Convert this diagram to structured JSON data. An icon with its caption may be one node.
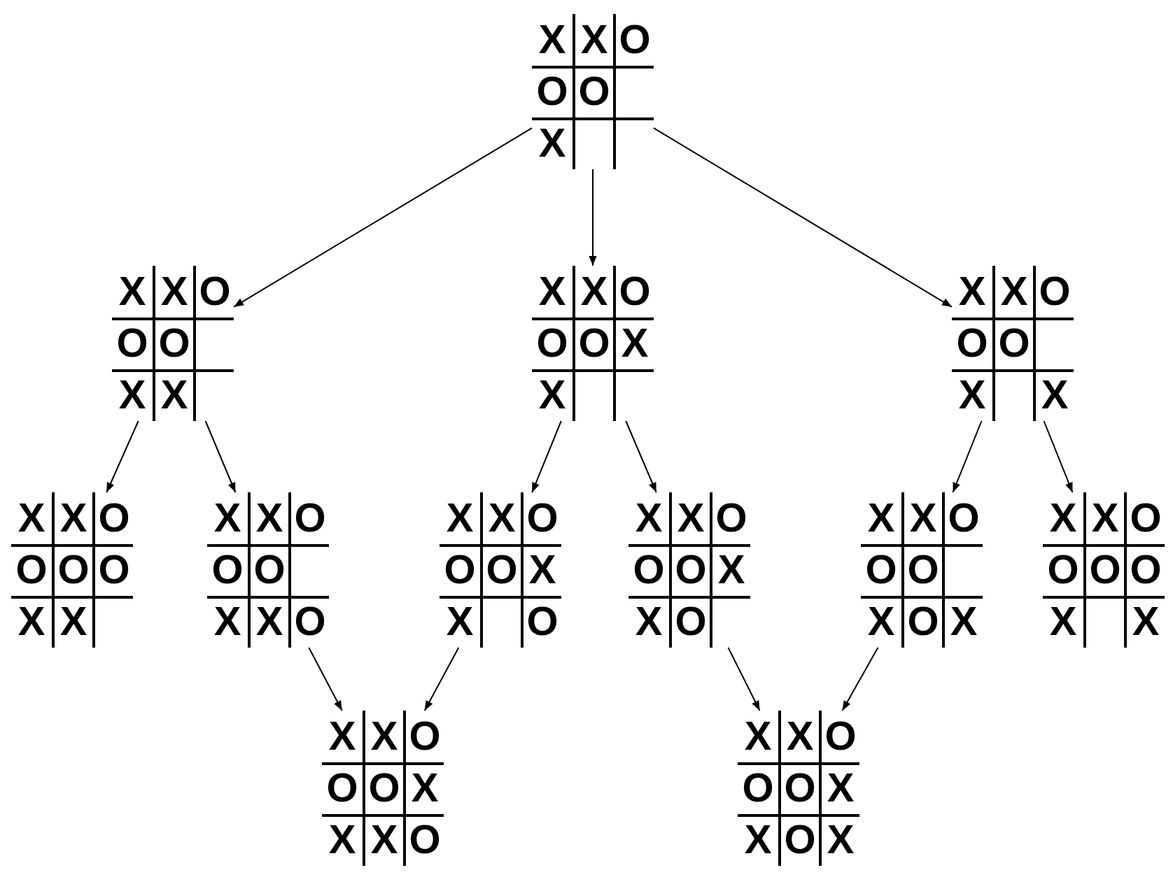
{
  "diagram": {
    "nodes": [
      {
        "text": [],
        "shape": "grid"
      },
      {
        "text": [
          "X"
        ],
        "in": 0
      },
      {
        "text": [
          "X"
        ],
        "in": 0
      },
      {
        "text": [
          "O"
        ],
        "in": 0
      },
      {
        "text": [
          "O"
        ],
        "in": 0
      },
      {
        "text": [
          "O"
        ],
        "in": 0
      },
      {
        "text": [],
        "shape": "box",
        "in": 0
      },
      {
        "text": [
          "X"
        ],
        "in": 0
      },
      {
        "text": [],
        "shape": "box",
        "in": 0
      },
      {
        "text": [],
        "shape": "box",
        "in": 0
      },
      {
        "text": [],
        "shape": "grid"
      },
      {
        "text": [
          "X"
        ],
        "in": 10
      },
      {
        "text": [
          "X"
        ],
        "in": 10
      },
      {
        "text": [
          "O"
        ],
        "in": 10
      },
      {
        "text": [
          "O"
        ],
        "in": 10
      },
      {
        "text": [
          "O"
        ],
        "in": 10
      },
      {
        "text": [],
        "shape": "box",
        "in": 10
      },
      {
        "text": [
          "X"
        ],
        "in": 10
      },
      {
        "text": [
          "X"
        ],
        "in": 10
      },
      {
        "text": [],
        "shape": "box",
        "in": 10
      },
      {
        "text": [],
        "shape": "grid"
      },
      {
        "text": [
          "X"
        ],
        "in": 20
      },
      {
        "text": [
          "X"
        ],
        "in": 20
      },
      {
        "text": [
          "O"
        ],
        "in": 20
      },
      {
        "text": [
          "O"
        ],
        "in": 20
      },
      {
        "text": [
          "O"
        ],
        "in": 20
      },
      {
        "text": [
          "X"
        ],
        "in": 20
      },
      {
        "text": [
          "X"
        ],
        "in": 20
      },
      {
        "text": [],
        "shape": "box",
        "in": 20
      },
      {
        "text": [],
        "shape": "box",
        "in": 20
      },
      {
        "text": [],
        "shape": "grid"
      },
      {
        "text": [
          "X"
        ],
        "in": 30
      },
      {
        "text": [
          "X"
        ],
        "in": 30
      },
      {
        "text": [
          "O"
        ],
        "in": 30
      },
      {
        "text": [
          "O"
        ],
        "in": 30
      },
      {
        "text": [
          "O"
        ],
        "in": 30
      },
      {
        "text": [],
        "shape": "box",
        "in": 30
      },
      {
        "text": [
          "X"
        ],
        "in": 30
      },
      {
        "text": [],
        "shape": "box",
        "in": 30
      },
      {
        "text": [
          "X"
        ],
        "in": 30
      },
      {
        "text": [],
        "shape": "grid"
      },
      {
        "text": [
          "X"
        ],
        "in": 40
      },
      {
        "text": [
          "X"
        ],
        "in": 40
      },
      {
        "text": [
          "O"
        ],
        "in": 40
      },
      {
        "text": [
          "O"
        ],
        "in": 40
      },
      {
        "text": [
          "O"
        ],
        "in": 40
      },
      {
        "text": [
          "O"
        ],
        "in": 40
      },
      {
        "text": [
          "X"
        ],
        "in": 40
      },
      {
        "text": [
          "X"
        ],
        "in": 40
      },
      {
        "text": [],
        "shape": "box",
        "in": 40
      },
      {
        "text": [],
        "shape": "grid"
      },
      {
        "text": [
          "X"
        ],
        "in": 50
      },
      {
        "text": [
          "X"
        ],
        "in": 50
      },
      {
        "text": [
          "O"
        ],
        "in": 50
      },
      {
        "text": [
          "O"
        ],
        "in": 50
      },
      {
        "text": [
          "O"
        ],
        "in": 50
      },
      {
        "text": [],
        "shape": "box",
        "in": 50
      },
      {
        "text": [
          "X"
        ],
        "in": 50
      },
      {
        "text": [
          "X"
        ],
        "in": 50
      },
      {
        "text": [
          "O"
        ],
        "in": 50
      },
      {
        "text": [],
        "shape": "grid"
      },
      {
        "text": [
          "X"
        ],
        "in": 60
      },
      {
        "text": [
          "X"
        ],
        "in": 60
      },
      {
        "text": [
          "O"
        ],
        "in": 60
      },
      {
        "text": [
          "O"
        ],
        "in": 60
      },
      {
        "text": [
          "O"
        ],
        "in": 60
      },
      {
        "text": [
          "X"
        ],
        "in": 60
      },
      {
        "text": [
          "X"
        ],
        "in": 60
      },
      {
        "text": [],
        "shape": "box",
        "in": 60
      },
      {
        "text": [
          "O"
        ],
        "in": 60
      },
      {
        "text": [],
        "shape": "grid"
      },
      {
        "text": [
          "X"
        ],
        "in": 70
      },
      {
        "text": [
          "X"
        ],
        "in": 70
      },
      {
        "text": [
          "O"
        ],
        "in": 70
      },
      {
        "text": [
          "O"
        ],
        "in": 70
      },
      {
        "text": [
          "O"
        ],
        "in": 70
      },
      {
        "text": [
          "X"
        ],
        "in": 70
      },
      {
        "text": [
          "X"
        ],
        "in": 70
      },
      {
        "text": [
          "O"
        ],
        "in": 70
      },
      {
        "text": [],
        "shape": "box",
        "in": 70
      },
      {
        "text": [],
        "shape": "grid"
      },
      {
        "text": [
          "X"
        ],
        "in": 80
      },
      {
        "text": [
          "X"
        ],
        "in": 80
      },
      {
        "text": [
          "O"
        ],
        "in": 80
      },
      {
        "text": [
          "O"
        ],
        "in": 80
      },
      {
        "text": [
          "O"
        ],
        "in": 80
      },
      {
        "text": [],
        "shape": "box",
        "in": 80
      },
      {
        "text": [
          "X"
        ],
        "in": 80
      },
      {
        "text": [
          "O"
        ],
        "in": 80
      },
      {
        "text": [
          "X"
        ],
        "in": 80
      },
      {
        "text": [],
        "shape": "grid"
      },
      {
        "text": [
          "X"
        ],
        "in": 90
      },
      {
        "text": [
          "X"
        ],
        "in": 90
      },
      {
        "text": [
          "O"
        ],
        "in": 90
      },
      {
        "text": [
          "O"
        ],
        "in": 90
      },
      {
        "text": [
          "O"
        ],
        "in": 90
      },
      {
        "text": [
          "O"
        ],
        "in": 90
      },
      {
        "text": [
          "X"
        ],
        "in": 90
      },
      {
        "text": [],
        "shape": "box",
        "in": 90
      },
      {
        "text": [
          "X"
        ],
        "in": 90
      },
      {
        "text": [],
        "shape": "grid"
      },
      {
        "text": [
          "X"
        ],
        "in": 100
      },
      {
        "text": [
          "X"
        ],
        "in": 100
      },
      {
        "text": [
          "O"
        ],
        "in": 100
      },
      {
        "text": [
          "O"
        ],
        "in": 100
      },
      {
        "text": [
          "O"
        ],
        "in": 100
      },
      {
        "text": [
          "X"
        ],
        "in": 100
      },
      {
        "text": [
          "X"
        ],
        "in": 100
      },
      {
        "text": [
          "X"
        ],
        "in": 100
      },
      {
        "text": [
          "O"
        ],
        "in": 100
      },
      {
        "text": [],
        "shape": "grid"
      },
      {
        "text": [
          "X"
        ],
        "in": 110
      },
      {
        "text": [
          "X"
        ],
        "in": 110
      },
      {
        "text": [
          "O"
        ],
        "in": 110
      },
      {
        "text": [
          "O"
        ],
        "in": 110
      },
      {
        "text": [
          "O"
        ],
        "in": 110
      },
      {
        "text": [
          "X"
        ],
        "in": 110
      },
      {
        "text": [
          "X"
        ],
        "in": 110
      },
      {
        "text": [
          "O"
        ],
        "in": 110
      },
      {
        "text": [
          "X"
        ],
        "in": 110
      }
    ],
    "edges": [
      {
        "from": 0,
        "to": 10,
        "arrow": "to"
      },
      {
        "from": 0,
        "to": 20,
        "arrow": "to"
      },
      {
        "from": 0,
        "to": 30,
        "arrow": "to"
      },
      {
        "from": 10,
        "to": 40,
        "arrow": "to"
      },
      {
        "from": 10,
        "to": 50,
        "arrow": "to"
      },
      {
        "from": 20,
        "to": 60,
        "arrow": "to"
      },
      {
        "from": 20,
        "to": 70,
        "arrow": "to"
      },
      {
        "from": 30,
        "to": 80,
        "arrow": "to"
      },
      {
        "from": 30,
        "to": 90,
        "arrow": "to"
      },
      {
        "from": 50,
        "to": 100,
        "arrow": "to"
      },
      {
        "from": 60,
        "to": 100,
        "arrow": "to"
      },
      {
        "from": 70,
        "to": 110,
        "arrow": "to"
      },
      {
        "from": 80,
        "to": 110,
        "arrow": "to"
      }
    ]
  }
}
